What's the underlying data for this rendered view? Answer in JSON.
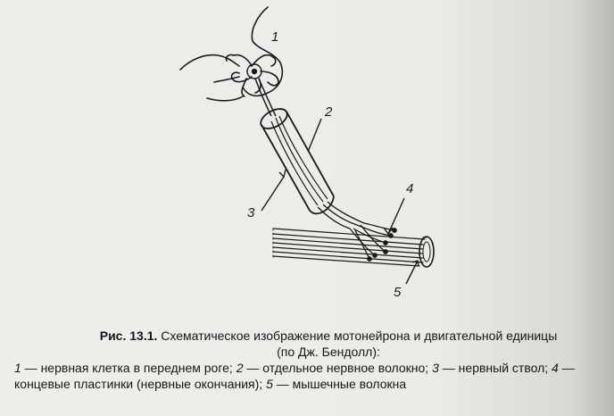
{
  "figure": {
    "labels": {
      "cell": "1",
      "fiber": "2",
      "trunk": "3",
      "endplates": "4",
      "muscle": "5"
    }
  },
  "caption": {
    "lead": "Рис. 13.1.",
    "title": "Схематическое изображение мотонейрона и двигательной единицы",
    "title_line2": "(по Дж. Бендолл):",
    "items": [
      {
        "num": "1",
        "text": " — нервная клетка в переднем роге; "
      },
      {
        "num": "2",
        "text": " — отдельное нервное волокно; "
      },
      {
        "num": "3",
        "text": " — нервный ствол; "
      },
      {
        "num": "4",
        "text": " — концевые пластинки (нервные окончания); "
      },
      {
        "num": "5",
        "text": " — мышечные волокна"
      }
    ]
  }
}
